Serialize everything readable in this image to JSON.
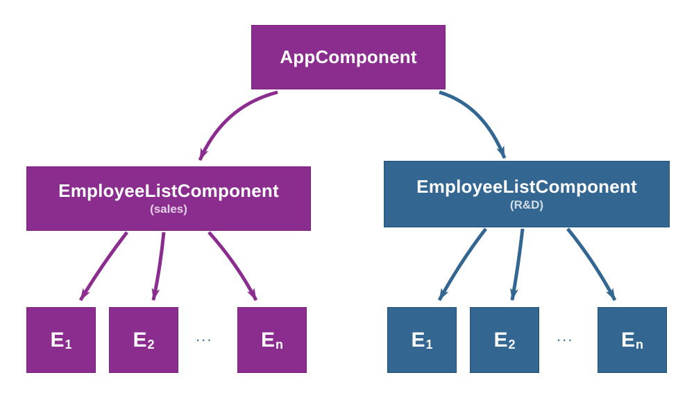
{
  "colors": {
    "purple": "#8B2D8F",
    "purple_border": "#76227B",
    "blue": "#336791",
    "blue_border": "#1E4E75",
    "background": "#FFFFFF",
    "node_text": "#FFFFFF",
    "subtitle_text": "rgba(255,255,255,0.78)",
    "ellipsis": "#336791"
  },
  "diagram": {
    "root": {
      "label": "AppComponent"
    },
    "sales_branch": {
      "title": "EmployeeListComponent",
      "subtitle": "(sales)",
      "ellipsis": "...",
      "children": [
        {
          "main": "E",
          "sub": "1"
        },
        {
          "main": "E",
          "sub": "2"
        },
        {
          "main": "E",
          "sub": "n"
        }
      ]
    },
    "rnd_branch": {
      "title": "EmployeeListComponent",
      "subtitle": "(R&D)",
      "ellipsis": "...",
      "children": [
        {
          "main": "E",
          "sub": "1"
        },
        {
          "main": "E",
          "sub": "2"
        },
        {
          "main": "E",
          "sub": "n"
        }
      ]
    }
  }
}
